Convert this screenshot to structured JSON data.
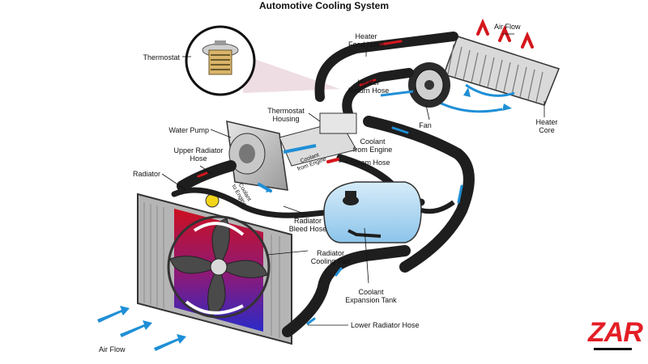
{
  "title": "Automotive Cooling System",
  "labels": {
    "thermostat": "Thermostat",
    "heater_food_hose": "Heater\nFood Hose",
    "air_flow_top": "Air Flow",
    "heater_return_hose": "Heater\nReturn Hose",
    "thermostat_housing": "Thermostat\nHousing",
    "fan": "Fan",
    "heater_core": "Heater\nCore",
    "water_pump": "Water Pump",
    "coolant_from_engine": "Coolant\nfrom Engine",
    "upper_radiator_hose": "Upper Radiator\nHose",
    "coolant_from_engine_small": "Coolant\nfrom Engine",
    "steam_hose": "Steam Hose",
    "radiator": "Radiator",
    "coolant_to_engine_small": "Coolant\nto Engine",
    "radiator_bleed_hose": "Radiator\nBleed Hose",
    "radiator_cooling_fan": "Radiator\nCooling Fan",
    "coolant_expansion_tank": "Coolant\nExpansion Tank",
    "lower_radiator_hose": "Lower Radiator Hose",
    "air_flow_bottom": "Air Flow"
  },
  "brand": "ZAR",
  "colors": {
    "hot": "#d4161c",
    "cold": "#1f8fd6",
    "hose": "#1e1e1e",
    "tank": "#a9d6f2",
    "radiator_hot": "#cc1020",
    "radiator_cold": "#2a2ac8",
    "brand": "#e41e25"
  }
}
